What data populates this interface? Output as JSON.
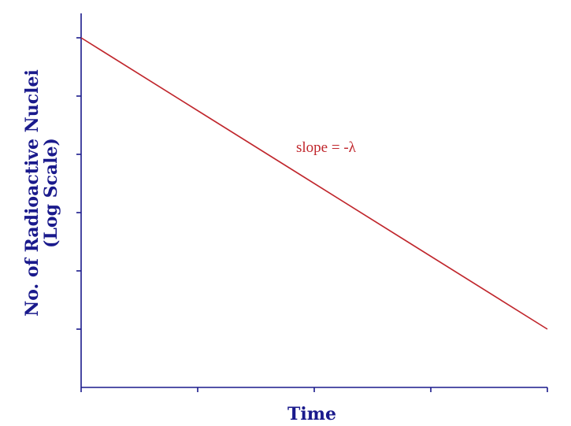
{
  "chart_data": {
    "type": "line",
    "xlabel": "Time",
    "ylabel": [
      "No. of Radioactive Nuclei",
      "(Log Scale)"
    ],
    "x": [
      0,
      4
    ],
    "y": [
      6,
      1
    ],
    "xlim": [
      0,
      4
    ],
    "ylim": [
      0,
      6
    ],
    "y_scale": "log",
    "x_ticks": [
      0,
      1,
      2,
      3,
      4
    ],
    "y_ticks": [
      1,
      2,
      3,
      4,
      5,
      6
    ],
    "tick_labels_shown": false,
    "grid": false,
    "annotation": {
      "text": "slope = -λ"
    },
    "colors": {
      "axis": "#1a1a8c",
      "line": "#c0262c",
      "annotation": "#c0262c"
    }
  }
}
